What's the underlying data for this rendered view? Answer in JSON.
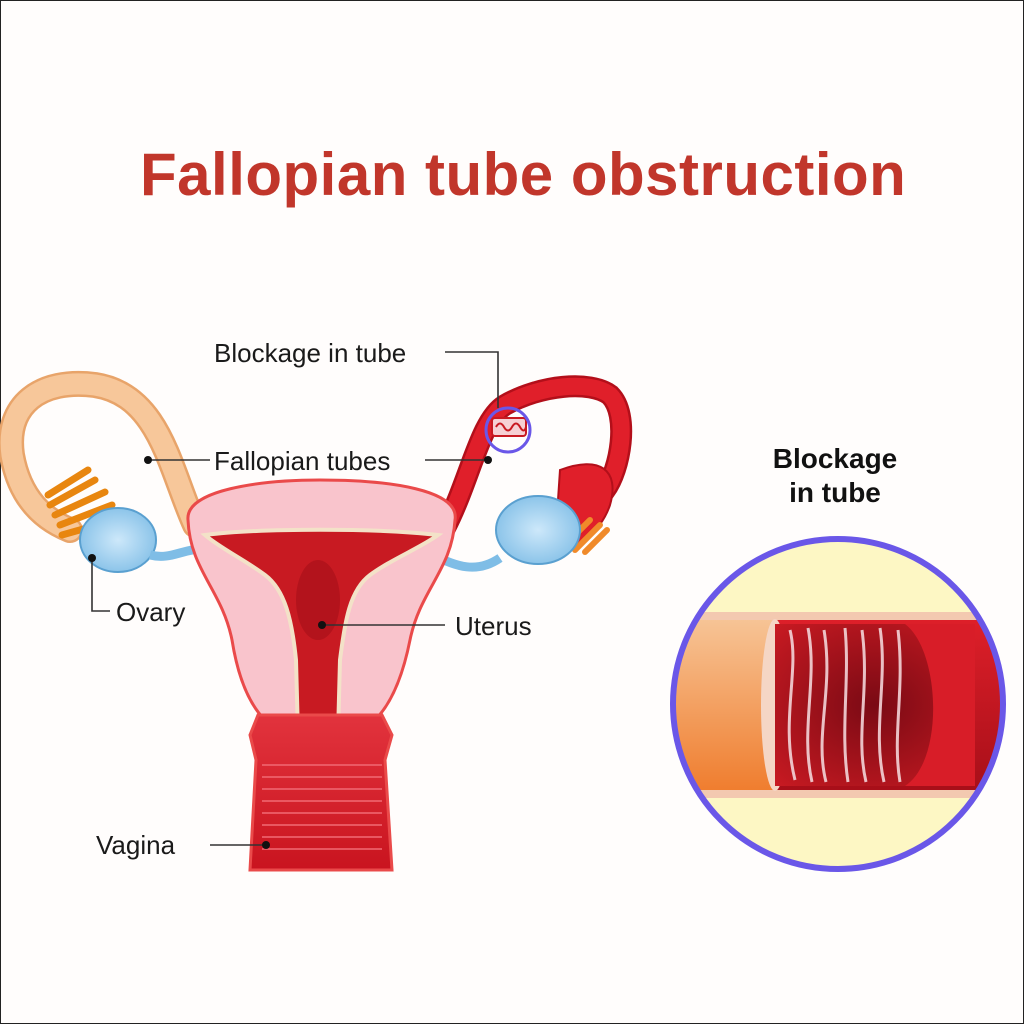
{
  "title": "Fallopian tube obstruction",
  "labels": {
    "blockage": "Blockage in tube",
    "fallopian_tubes": "Fallopian tubes",
    "ovary": "Ovary",
    "uterus": "Uterus",
    "vagina": "Vagina"
  },
  "inset": {
    "title_line1": "Blockage",
    "title_line2": "in tube"
  },
  "colors": {
    "title": "#c1362b",
    "tube_healthy": "#f7c79a",
    "tube_blocked": "#e01f2a",
    "ovary": "#9ecfee",
    "uterus_wall": "#f9c4cc",
    "uterus_cavity": "#c81a22",
    "inset_ring": "#6a57e8",
    "inset_background": "#fdf7c4"
  }
}
